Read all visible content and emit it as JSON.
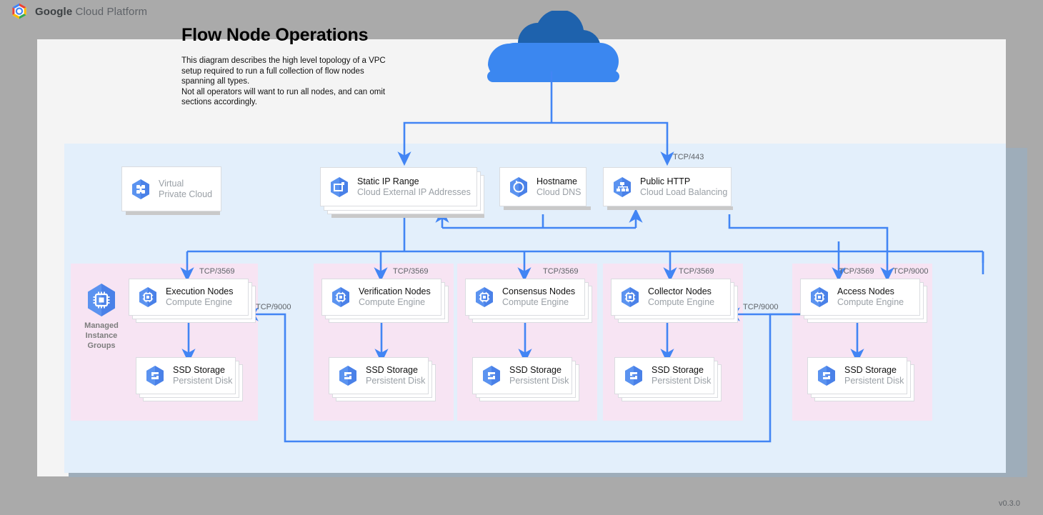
{
  "topbar": {
    "brand_bold": "Google",
    "brand_rest": " Cloud Platform",
    "logo_icon": "gcp-hexagon-logo"
  },
  "header": {
    "title": "Flow Node Operations",
    "description": "This diagram describes the high level topology of a VPC setup required to run a full collection of flow nodes spanning all types.\nNot all operators will want to run all nodes, and can omit sections accordingly."
  },
  "internet": {
    "icon": "cloud-icon"
  },
  "version": "v0.3.0",
  "colors": {
    "wire": "#4285f4",
    "vpc_bg": "#e3effb",
    "group_bg": "#f7e4f3",
    "page_bg": "#f4f4f4",
    "desktop_bg": "#aaaaaa",
    "icon_blue": "#4285f4",
    "muted_text": "#9aa0a6"
  },
  "top_nodes": [
    {
      "id": "vpc",
      "title": "Virtual",
      "subtitle": "Private Cloud",
      "title_muted": true,
      "icon": "virtual-private-cloud-icon",
      "stacked": false
    },
    {
      "id": "static-ip",
      "title": "Static IP Range",
      "subtitle": "Cloud External IP Addresses",
      "title_muted": false,
      "icon": "external-ip-icon",
      "stacked": true
    },
    {
      "id": "hostname",
      "title": "Hostname",
      "subtitle": "Cloud DNS",
      "title_muted": false,
      "icon": "cloud-dns-icon",
      "stacked": false
    },
    {
      "id": "public-http",
      "title": "Public HTTP",
      "subtitle": "Cloud Load Balancing",
      "title_muted": false,
      "icon": "load-balancing-icon",
      "stacked": false
    }
  ],
  "mig": {
    "icon": "managed-instance-groups-icon",
    "caption": "Managed\nInstance\nGroups"
  },
  "groups": [
    {
      "id": "execution",
      "node_title": "Execution Nodes",
      "node_subtitle": "Compute Engine",
      "node_icon": "compute-engine-icon",
      "storage_title": "SSD Storage",
      "storage_subtitle": "Persistent Disk",
      "storage_icon": "persistent-disk-icon",
      "inbound_ports": [
        "TCP/3569"
      ]
    },
    {
      "id": "verification",
      "node_title": "Verification Nodes",
      "node_subtitle": "Compute Engine",
      "node_icon": "compute-engine-icon",
      "storage_title": "SSD Storage",
      "storage_subtitle": "Persistent Disk",
      "storage_icon": "persistent-disk-icon",
      "inbound_ports": [
        "TCP/3569"
      ]
    },
    {
      "id": "consensus",
      "node_title": "Consensus Nodes",
      "node_subtitle": "Compute Engine",
      "node_icon": "compute-engine-icon",
      "storage_title": "SSD Storage",
      "storage_subtitle": "Persistent Disk",
      "storage_icon": "persistent-disk-icon",
      "inbound_ports": [
        "TCP/3569"
      ]
    },
    {
      "id": "collector",
      "node_title": "Collector Nodes",
      "node_subtitle": "Compute Engine",
      "node_icon": "compute-engine-icon",
      "storage_title": "SSD Storage",
      "storage_subtitle": "Persistent Disk",
      "storage_icon": "persistent-disk-icon",
      "inbound_ports": [
        "TCP/3569"
      ]
    },
    {
      "id": "access",
      "node_title": "Access Nodes",
      "node_subtitle": "Compute Engine",
      "node_icon": "compute-engine-icon",
      "storage_title": "SSD Storage",
      "storage_subtitle": "Persistent Disk",
      "storage_icon": "persistent-disk-icon",
      "inbound_ports": [
        "TCP/3569",
        "TCP/9000"
      ]
    }
  ],
  "edge_labels": {
    "lb_ingress": "TCP/443",
    "access_to_collector": "TCP/9000",
    "access_to_execution": "TCP/9000"
  }
}
